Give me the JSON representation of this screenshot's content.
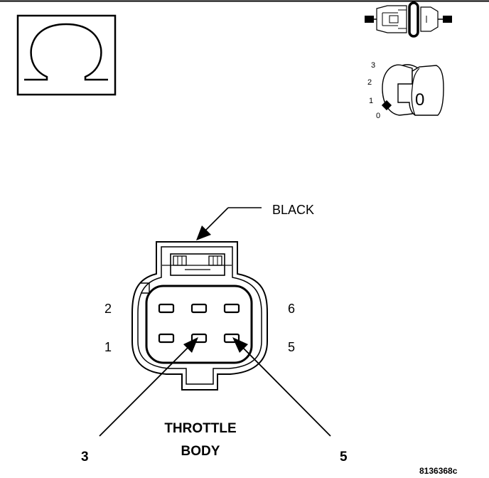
{
  "title": "",
  "connector": {
    "color_label": "BLACK",
    "name_line1": "THROTTLE",
    "name_line2": "BODY",
    "pin_labels": {
      "top_left": "2",
      "bottom_left": "1",
      "top_right": "6",
      "bottom_right": "5"
    },
    "probe_labels": {
      "left": "3",
      "right": "5"
    }
  },
  "meter": {
    "function_symbol": "Ω",
    "selector_scale": [
      "3",
      "2",
      "1",
      "0"
    ],
    "selector_knob_value": "0"
  },
  "figure_code": "8136368c",
  "icons": {
    "ohmmeter": "ohm-symbol-icon",
    "connector_disconnect": "connector-disconnected-icon",
    "ignition": "ignition-switch-icon"
  },
  "colors": {
    "line": "#000000",
    "background": "#ffffff"
  }
}
